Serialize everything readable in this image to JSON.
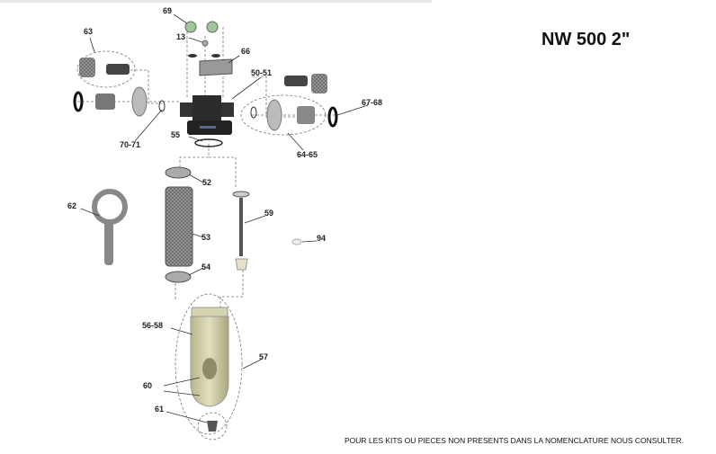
{
  "title": "NW 500 2\"",
  "note": "POUR LES KITS OU PIECES NON PRESENTS DANS LA NOMENCLATURE NOUS CONSULTER.",
  "labels": [
    "69",
    "13",
    "66",
    "50-51",
    "63",
    "67-68",
    "70-71",
    "55",
    "64-65",
    "52",
    "62",
    "59",
    "53",
    "94",
    "54",
    "56-58",
    "57",
    "60",
    "61"
  ],
  "colors": {
    "gauge": "#9fc79a",
    "head": "#2c2c2c",
    "bowl": "#c9c79a",
    "part": "#8a8a8a"
  }
}
